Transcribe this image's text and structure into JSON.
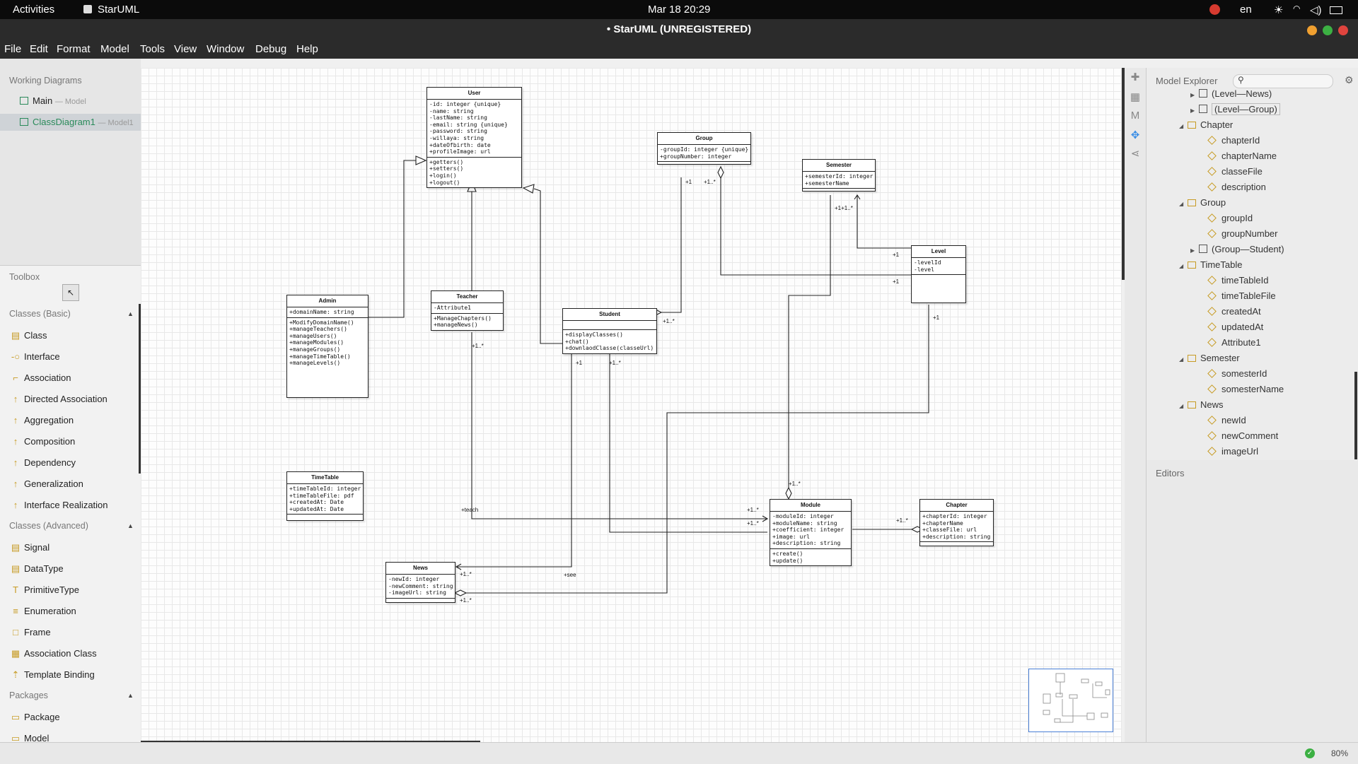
{
  "system_bar": {
    "activities": "Activities",
    "app_name": "StarUML",
    "clock": "Mar 18  20:29",
    "language": "en"
  },
  "window": {
    "title": "• StarUML (UNREGISTERED)"
  },
  "menu": [
    "File",
    "Edit",
    "Format",
    "Model",
    "Tools",
    "View",
    "Window",
    "Debug",
    "Help"
  ],
  "working_diagrams": {
    "title": "Working Diagrams",
    "items": [
      {
        "name": "Main",
        "owner": "— Model"
      },
      {
        "name": "ClassDiagram1",
        "owner": "— Model1"
      }
    ]
  },
  "toolbox": {
    "title": "Toolbox",
    "groups": [
      {
        "label": "Classes (Basic)",
        "items": [
          "Class",
          "Interface",
          "Association",
          "Directed Association",
          "Aggregation",
          "Composition",
          "Dependency",
          "Generalization",
          "Interface Realization"
        ]
      },
      {
        "label": "Classes (Advanced)",
        "items": [
          "Signal",
          "DataType",
          "PrimitiveType",
          "Enumeration",
          "Frame",
          "Association Class",
          "Template Binding"
        ]
      },
      {
        "label": "Packages",
        "items": [
          "Package",
          "Model"
        ]
      }
    ]
  },
  "diagram": {
    "classes": {
      "user": {
        "name": "User",
        "attrs": "-id: integer {unique}\n-name: string\n-lastName: string\n-email: string {unique}\n-password: string\n-willaya: string\n+dateOfbirth: date\n+profileImage: url",
        "ops": "+getters()\n+setters()\n+login()\n+logout()"
      },
      "group": {
        "name": "Group",
        "attrs": "-groupId: integer {unique}\n+groupNumber: integer",
        "ops": ""
      },
      "semester": {
        "name": "Semester",
        "attrs": "+semesterId: integer\n+semesterName",
        "ops": ""
      },
      "level": {
        "name": "Level",
        "attrs": "-levelId\n-level",
        "ops": ""
      },
      "admin": {
        "name": "Admin",
        "attrs": "+domainName: string",
        "ops": "+ModifyDomainName()\n+manageTeachers()\n+manageUsers()\n+manageModules()\n+manageGroups()\n+manageTimeTable()\n+manageLevels()"
      },
      "teacher": {
        "name": "Teacher",
        "attrs": "-Attribute1",
        "ops": "+ManageChapters()\n+manageNews()"
      },
      "student": {
        "name": "Student",
        "attrs": "",
        "ops": "+displayClasses()\n+chat()\n+downlaodClasse(classeUrl)"
      },
      "timetable": {
        "name": "TimeTable",
        "attrs": "+timeTableId: integer\n+timeTableFile: pdf\n+createdAt: Date\n+updatedAt: Date",
        "ops": ""
      },
      "module": {
        "name": "Module",
        "attrs": "-moduleId: integer\n+moduleName: string\n+coefficient: integer\n+image: url\n+description: string",
        "ops": "+create()\n+update()"
      },
      "chapter": {
        "name": "Chapter",
        "attrs": "+chapterId: integer\n+chapterName\n+classeFile: url\n+description: string",
        "ops": ""
      },
      "news": {
        "name": "News",
        "attrs": "-newId: integer\n-newComment: string\n-imageUrl: string",
        "ops": ""
      }
    },
    "labels": {
      "group_student_a": "+1",
      "group_student_b": "+1..*",
      "student_group": "+1..*",
      "semester_level": "+1+1..*",
      "level_semester": "+1",
      "level_group": "+1",
      "level_module": "+1",
      "teacher_module": "+1..*",
      "student_news": "+1",
      "student_module": "+1..*",
      "teach": "+teach",
      "module_teacher": "+1..*",
      "module_student": "+1..*",
      "module_semester": "+1..*",
      "module_chapter": "+1..*",
      "news_student": "+1..*",
      "see": "+see",
      "news_level": "+1..*"
    }
  },
  "model_explorer": {
    "title": "Model Explorer",
    "rows": [
      {
        "kind": "link",
        "indent": 2,
        "expand": "▶",
        "text": "(Level—News)"
      },
      {
        "kind": "link",
        "indent": 2,
        "expand": "▶",
        "text": "(Level—Group)"
      },
      {
        "kind": "class",
        "indent": 1,
        "expand": "◢",
        "text": "Chapter"
      },
      {
        "kind": "attr",
        "indent": 3,
        "expand": "",
        "text": "chapterId"
      },
      {
        "kind": "attr",
        "indent": 3,
        "expand": "",
        "text": "chapterName"
      },
      {
        "kind": "attr",
        "indent": 3,
        "expand": "",
        "text": "classeFile"
      },
      {
        "kind": "attr",
        "indent": 3,
        "expand": "",
        "text": "description"
      },
      {
        "kind": "class",
        "indent": 1,
        "expand": "◢",
        "text": "Group"
      },
      {
        "kind": "attr",
        "indent": 3,
        "expand": "",
        "text": "groupId"
      },
      {
        "kind": "attr",
        "indent": 3,
        "expand": "",
        "text": "groupNumber"
      },
      {
        "kind": "link",
        "indent": 2,
        "expand": "▶",
        "text": "(Group—Student)"
      },
      {
        "kind": "class",
        "indent": 1,
        "expand": "◢",
        "text": "TimeTable"
      },
      {
        "kind": "attr",
        "indent": 3,
        "expand": "",
        "text": "timeTableId"
      },
      {
        "kind": "attr",
        "indent": 3,
        "expand": "",
        "text": "timeTableFile"
      },
      {
        "kind": "attr",
        "indent": 3,
        "expand": "",
        "text": "createdAt"
      },
      {
        "kind": "attr",
        "indent": 3,
        "expand": "",
        "text": "updatedAt"
      },
      {
        "kind": "attr",
        "indent": 3,
        "expand": "",
        "text": "Attribute1"
      },
      {
        "kind": "class",
        "indent": 1,
        "expand": "◢",
        "text": "Semester"
      },
      {
        "kind": "attr",
        "indent": 3,
        "expand": "",
        "text": "somesterId"
      },
      {
        "kind": "attr",
        "indent": 3,
        "expand": "",
        "text": "somesterName"
      },
      {
        "kind": "class",
        "indent": 1,
        "expand": "◢",
        "text": "News"
      },
      {
        "kind": "attr",
        "indent": 3,
        "expand": "",
        "text": "newId"
      },
      {
        "kind": "attr",
        "indent": 3,
        "expand": "",
        "text": "newComment"
      },
      {
        "kind": "attr",
        "indent": 3,
        "expand": "",
        "text": "imageUrl"
      }
    ]
  },
  "editors": {
    "title": "Editors"
  },
  "status": {
    "zoom": "80%"
  },
  "colors": {
    "accent": "#4a7fd6",
    "topbar": "#0b0b0b",
    "chrome": "#2b2b2b",
    "icon": "#c79b24",
    "selected": "#cfd3d7"
  }
}
